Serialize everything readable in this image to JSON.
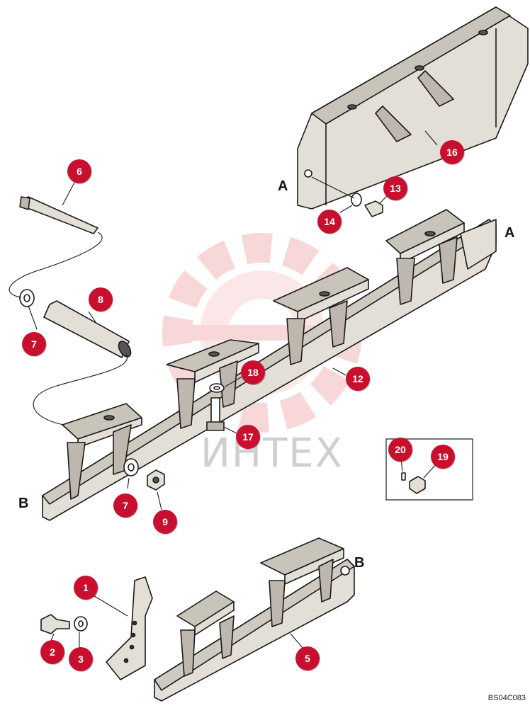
{
  "watermark_text": "ИНТЕХ",
  "drawing_code": "BS04C083",
  "reference_letters": {
    "a": "A",
    "b": "B"
  },
  "callouts": [
    "1",
    "2",
    "3",
    "5",
    "6",
    "7",
    "7",
    "8",
    "9",
    "12",
    "13",
    "14",
    "16",
    "17",
    "18",
    "19",
    "20"
  ],
  "colors": {
    "callout": "#c8102e",
    "line": "#1a1a1a",
    "part_face": "#d8d4cc",
    "watermark": "#f2b8b8"
  }
}
